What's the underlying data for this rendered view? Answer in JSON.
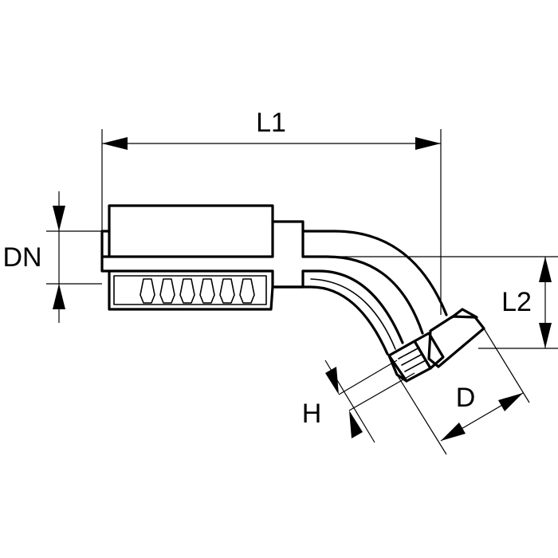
{
  "labels": {
    "l1": "L1",
    "l2": "L2",
    "dn": "DN",
    "h": "H",
    "d": "D"
  }
}
